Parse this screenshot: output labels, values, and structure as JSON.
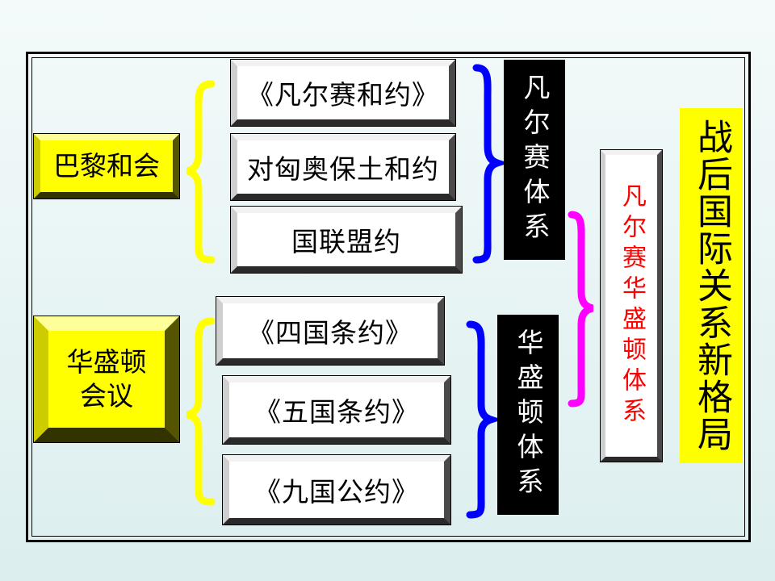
{
  "conferences": {
    "paris": "巴黎和会",
    "washington_line1": "华盛顿",
    "washington_line2": "会议"
  },
  "treaties": {
    "versailles": "《凡尔赛和约》",
    "austria_hungary": "对匈奥保土和约",
    "league": "国联盟约",
    "four_power": "《四国条约》",
    "five_power": "《五国条约》",
    "nine_power": "《九国公约》"
  },
  "systems": {
    "versailles": "凡尔赛体系",
    "washington": "华盛顿体系",
    "combined": "凡尔赛华盛顿体系"
  },
  "title": "战后国际关系新格局",
  "colors": {
    "conference_fill": "#ffff00",
    "paris_brace": "#ffff00",
    "washington_brace": "#ffff00",
    "versailles_brace": "#0000ff",
    "washington_sys_brace": "#0000ff",
    "combined_brace": "#ff00ff",
    "combined_text": "#ff0000",
    "title_fill": "#ffff00"
  }
}
